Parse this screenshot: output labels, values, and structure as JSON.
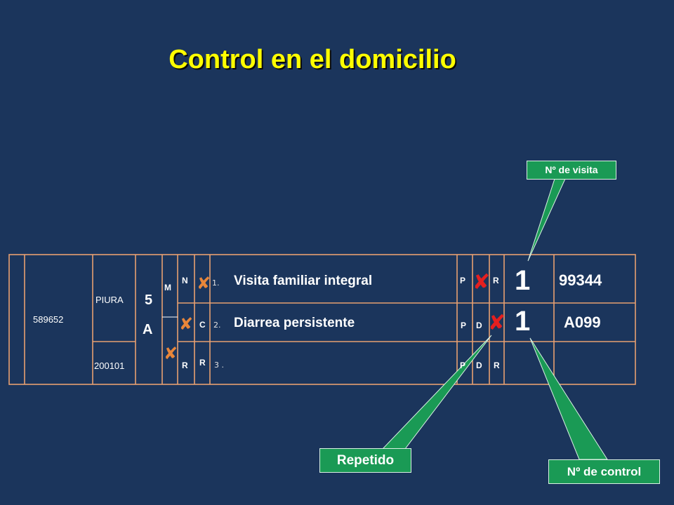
{
  "title": "Control en el domicilio",
  "record": {
    "hc_number": "589652",
    "district": "PIURA",
    "date_code": "200101",
    "age_value": "5",
    "age_unit": "A",
    "sex": "M",
    "row1": {
      "status_n": "N",
      "index": "1.",
      "diagnosis": "Visita familiar integral",
      "type_p": "P",
      "type_r": "R",
      "visit_number": "1",
      "code": "99344"
    },
    "row2": {
      "status_c": "C",
      "index": "2.",
      "diagnosis": "Diarrea persistente",
      "type_p": "P",
      "type_d": "D",
      "control_number": "1",
      "code": "A099"
    },
    "row3": {
      "status_r1": "R",
      "status_r2": "R",
      "index": "3 .",
      "type_p": "P",
      "type_d": "D",
      "type_r": "R"
    }
  },
  "marks": {
    "cross": "✘"
  },
  "callouts": {
    "visit": "Nº de visita",
    "repeated": "Repetido",
    "control": "Nº de control"
  },
  "colors": {
    "background": "#1b355c",
    "title": "#ffff00",
    "table_border": "#e8a070",
    "callout_fill": "#1a9a55",
    "cross_orange": "#e8863a",
    "cross_red": "#e51f1f"
  }
}
